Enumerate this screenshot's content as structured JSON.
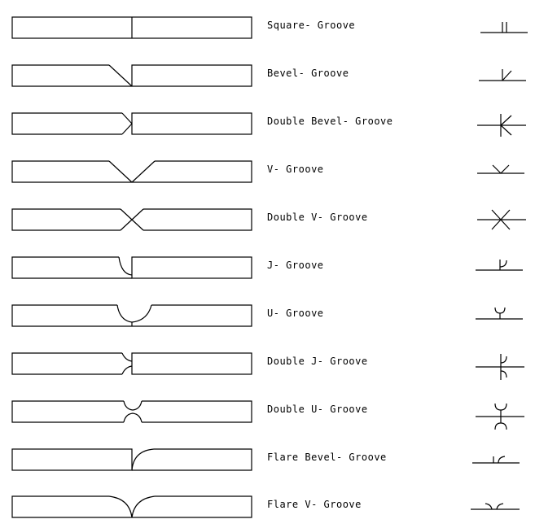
{
  "grooves": [
    {
      "id": "square",
      "label": "Square- Groove"
    },
    {
      "id": "bevel",
      "label": "Bevel- Groove"
    },
    {
      "id": "double-bevel",
      "label": "Double Bevel- Groove"
    },
    {
      "id": "v",
      "label": "V- Groove"
    },
    {
      "id": "double-v",
      "label": "Double V- Groove"
    },
    {
      "id": "j",
      "label": "J- Groove"
    },
    {
      "id": "u",
      "label": "U- Groove"
    },
    {
      "id": "double-j",
      "label": "Double J- Groove"
    },
    {
      "id": "double-u",
      "label": "Double U- Groove"
    },
    {
      "id": "flare-bevel",
      "label": "Flare Bevel- Groove"
    },
    {
      "id": "flare-v",
      "label": "Flare V- Groove"
    }
  ]
}
